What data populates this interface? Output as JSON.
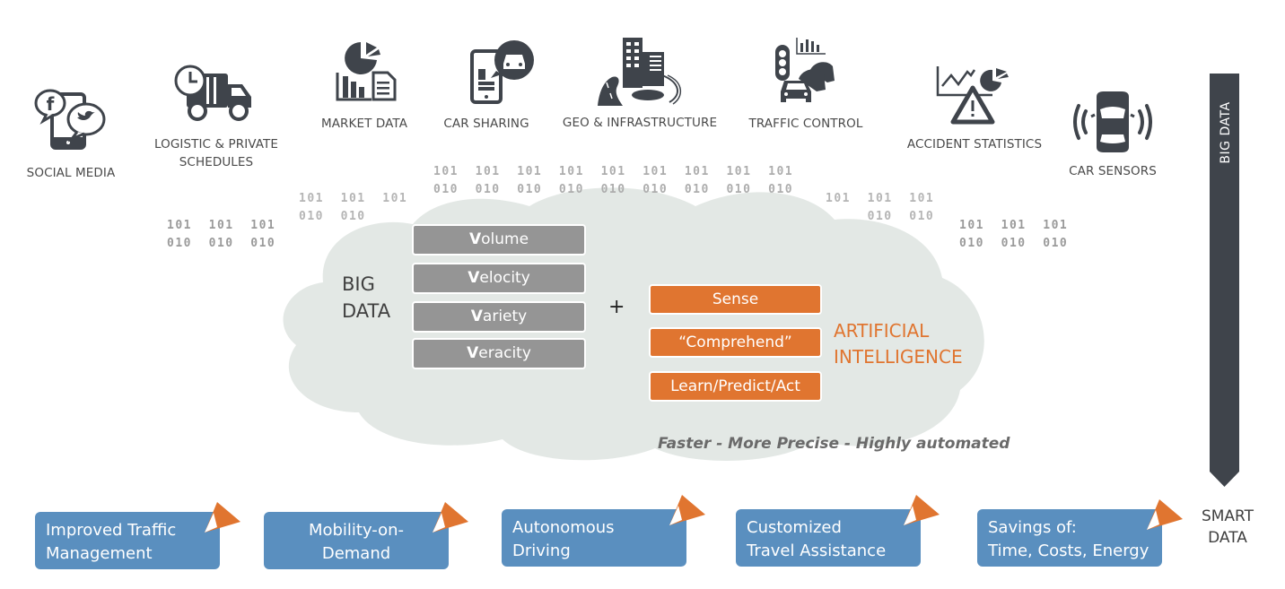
{
  "sources": [
    {
      "id": "social-media",
      "label": "SOCIAL MEDIA",
      "icon": "social-media-icon"
    },
    {
      "id": "logistic",
      "label_lines": [
        "LOGISTIC & PRIVATE",
        "SCHEDULES"
      ],
      "icon": "delivery-truck-clock-icon"
    },
    {
      "id": "market-data",
      "label": "MARKET DATA",
      "icon": "market-chart-document-icon"
    },
    {
      "id": "car-sharing",
      "label": "CAR SHARING",
      "icon": "phone-car-bubble-icon"
    },
    {
      "id": "geo",
      "label": "GEO & INFRASTRUCTURE",
      "icon": "city-road-icon"
    },
    {
      "id": "traffic-control",
      "label": "TRAFFIC CONTROL",
      "icon": "traffic-light-cars-icon"
    },
    {
      "id": "accident-stats",
      "label": "ACCIDENT STATISTICS",
      "icon": "chart-warning-icon"
    },
    {
      "id": "car-sensors",
      "label": "CAR SENSORS",
      "icon": "car-sensor-waves-icon"
    }
  ],
  "binary": {
    "one": "101",
    "zero": "010"
  },
  "cloud": {
    "big_data_label_lines": [
      "BIG",
      "DATA"
    ],
    "vs": [
      {
        "first": "V",
        "rest": "olume"
      },
      {
        "first": "V",
        "rest": "elocity"
      },
      {
        "first": "V",
        "rest": "ariety"
      },
      {
        "first": "V",
        "rest": "eracity"
      }
    ],
    "plus": "+",
    "ai_items": [
      "Sense",
      "“Comprehend”",
      "Learn/Predict/Act"
    ],
    "ai_label_lines": [
      "ARTIFICIAL",
      "INTELLIGENCE"
    ],
    "tagline": "Faster - More Precise - Highly automated"
  },
  "arrow": {
    "top_label": "BIG DATA",
    "bottom_label_lines": [
      "SMART",
      "DATA"
    ]
  },
  "outcomes": [
    {
      "lines": [
        "Improved Traffic",
        "Management"
      ],
      "align": "left"
    },
    {
      "lines": [
        "Mobility-on-",
        "Demand"
      ],
      "align": "center"
    },
    {
      "lines": [
        "Autonomous",
        "Driving"
      ],
      "align": "left"
    },
    {
      "lines": [
        "Customized",
        "Travel Assistance"
      ],
      "align": "left"
    },
    {
      "lines": [
        "Savings of:",
        "Time, Costs, Energy"
      ],
      "align": "left"
    }
  ],
  "colors": {
    "icon": "#3f444b",
    "orange": "#e07530",
    "blue_box": "#5a8fbf",
    "grey_box": "#959595",
    "cloud": "#e3e8e5",
    "arrow": "#3f444b"
  }
}
